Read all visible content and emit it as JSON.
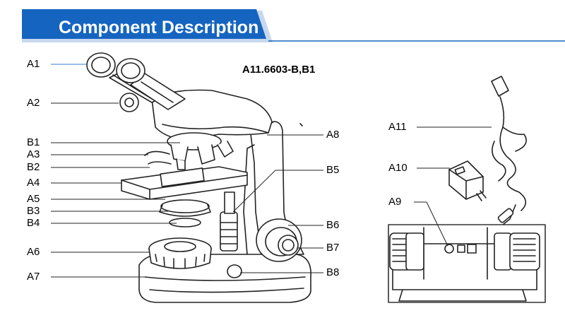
{
  "header": {
    "title": "Component Description",
    "accent": "#1565c0"
  },
  "model": "A11.6603-B,B1",
  "labels": {
    "A1": "A1",
    "A2": "A2",
    "B1": "B1",
    "A3": "A3",
    "B2": "B2",
    "A4": "A4",
    "A5": "A5",
    "B3": "B3",
    "B4": "B4",
    "A6": "A6",
    "A7": "A7",
    "A8": "A8",
    "B5": "B5",
    "B6": "B6",
    "B7": "B7",
    "B8": "B8",
    "A11": "A11",
    "A10": "A10",
    "A9": "A9"
  }
}
